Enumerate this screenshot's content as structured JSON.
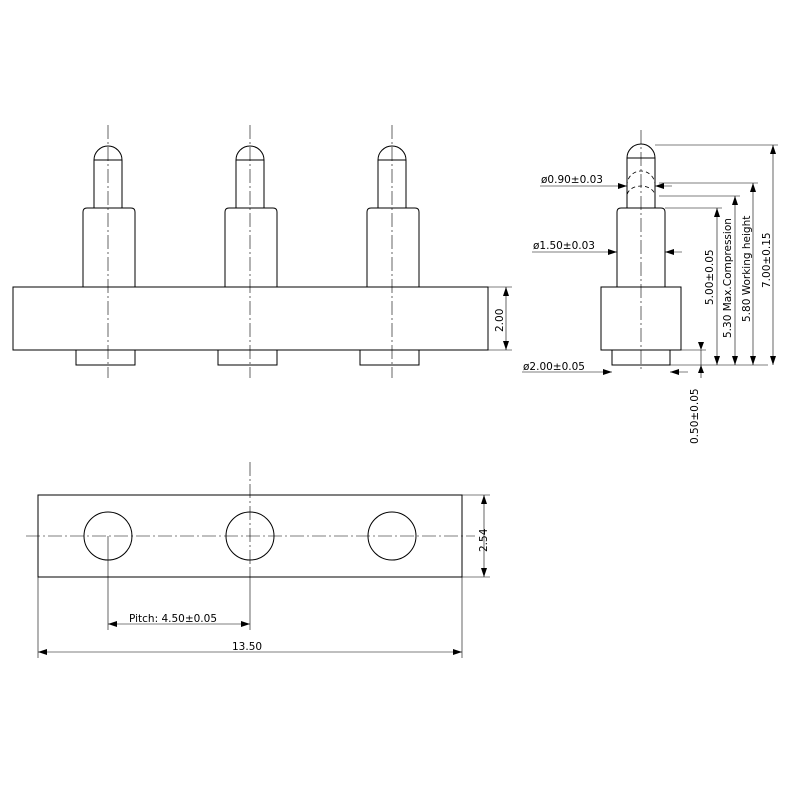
{
  "dimensions": {
    "base_height": "2.00",
    "tip_diameter": "ø0.90±0.03",
    "barrel_diameter": "ø1.50±0.03",
    "base_diameter": "ø2.00±0.05",
    "barrel_height": "5.00±0.05",
    "max_compression": "5.30  Max.Compression",
    "working_height": "5.80  Working  height",
    "total_height": "7.00±0.15",
    "bottom_offset": "0.50±0.05",
    "body_width": "2.54",
    "pitch": "Pitch: 4.50±0.05",
    "total_length": "13.50"
  }
}
